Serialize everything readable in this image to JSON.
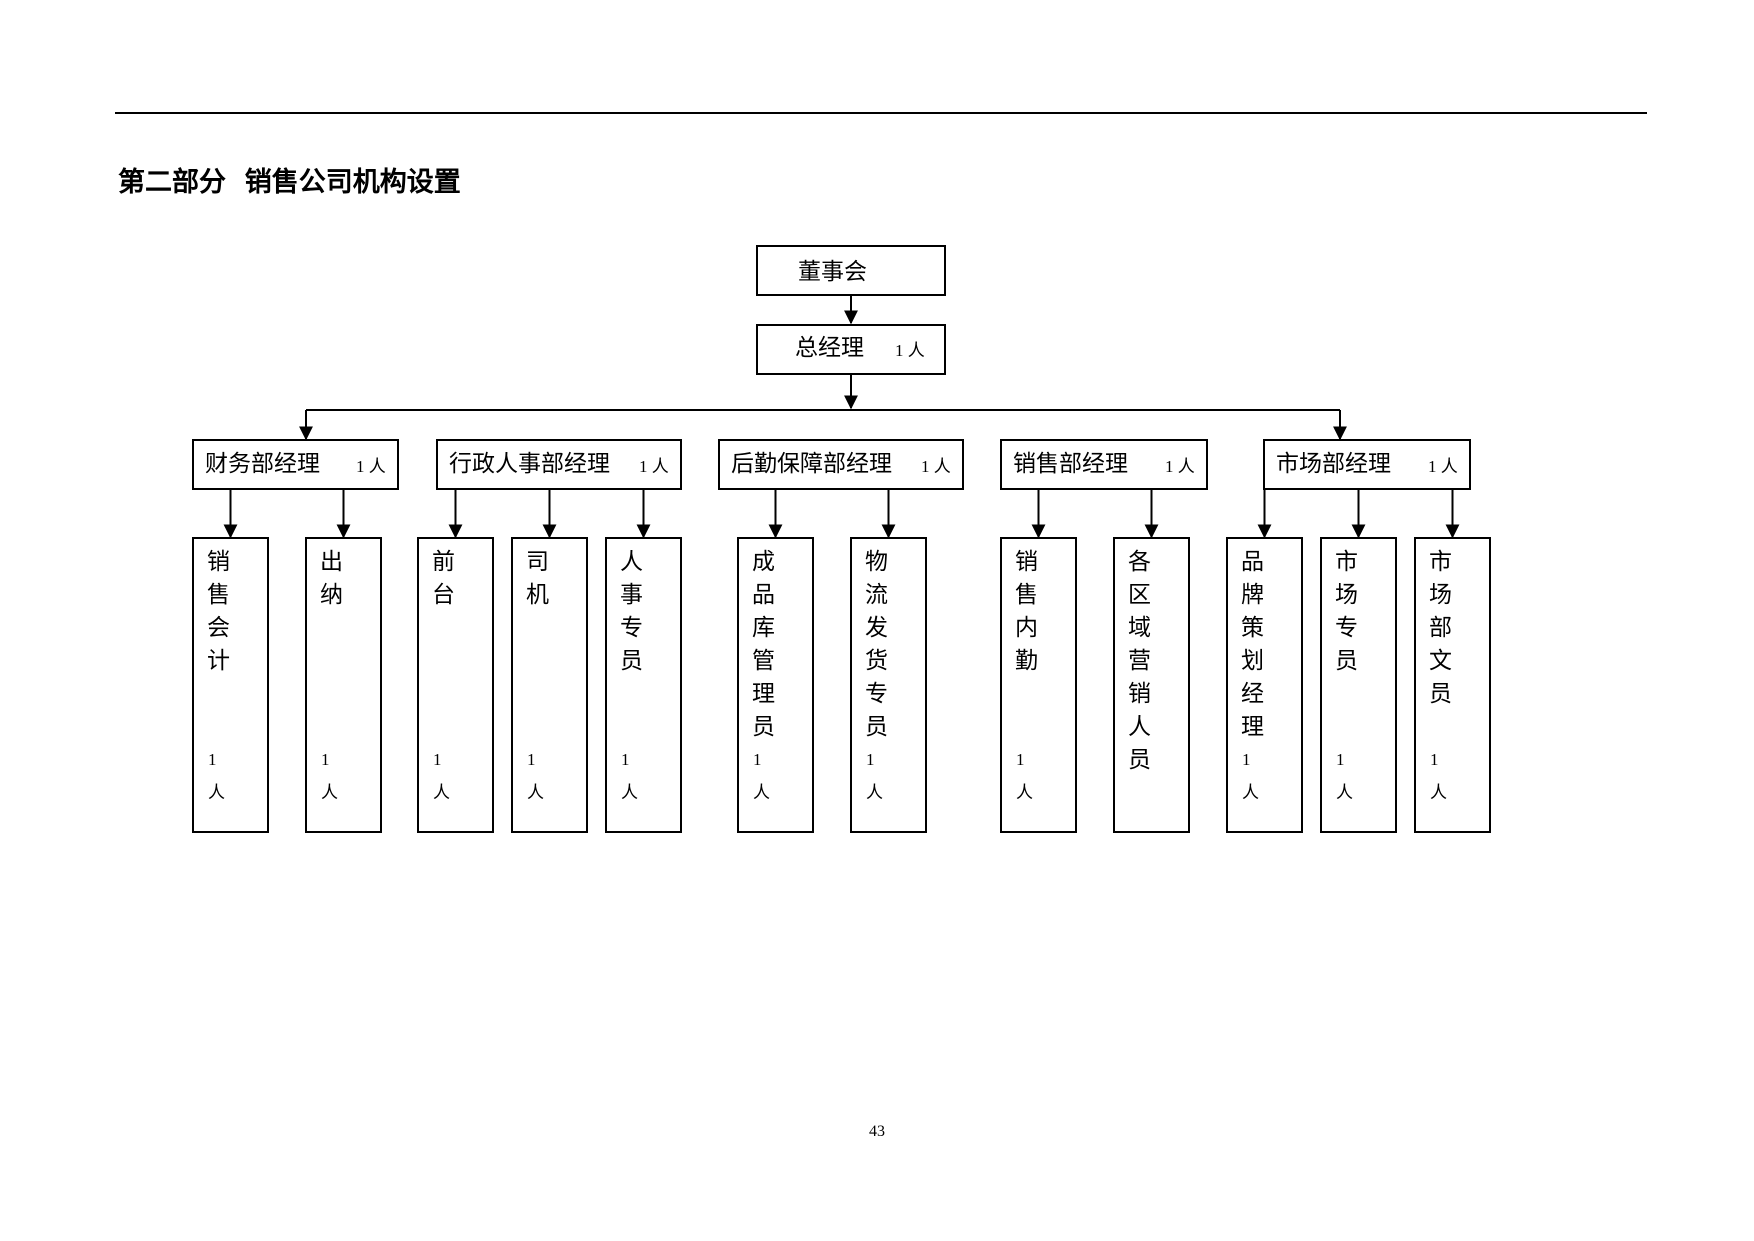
{
  "section_title": "第二部分  销售公司机构设置",
  "page_number": "43",
  "board": {
    "label": "董事会"
  },
  "gm": {
    "label": "总经理",
    "count": "1 人"
  },
  "departments": [
    {
      "label": "财务部经理",
      "count": "1 人",
      "staff": [
        {
          "label": "销售会计",
          "count": "1 人"
        },
        {
          "label": "出纳",
          "count": "1 人"
        }
      ]
    },
    {
      "label": "行政人事部经理",
      "count": "1 人",
      "staff": [
        {
          "label": "前台",
          "count": "1 人"
        },
        {
          "label": "司机",
          "count": "1 人"
        },
        {
          "label": "人事专员",
          "count": "1 人"
        }
      ]
    },
    {
      "label": "后勤保障部经理",
      "count": "1 人",
      "staff": [
        {
          "label": "成品库管理员",
          "count": "1 人"
        },
        {
          "label": "物流发货专员",
          "count": "1 人"
        }
      ]
    },
    {
      "label": "销售部经理",
      "count": "1 人",
      "staff": [
        {
          "label": "销售内勤",
          "count": "1 人"
        },
        {
          "label": "各区域营销人员",
          "count": ""
        }
      ]
    },
    {
      "label": "市场部经理",
      "count": "1 人",
      "staff": [
        {
          "label": "品牌策划经理",
          "count": "1 人"
        },
        {
          "label": "市场专员",
          "count": "1 人"
        },
        {
          "label": "市场部文员",
          "count": "1 人"
        }
      ]
    }
  ]
}
